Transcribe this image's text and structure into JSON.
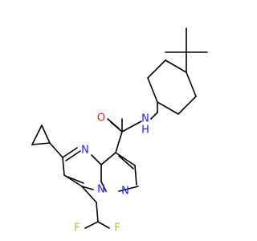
{
  "colors": {
    "background": "#ffffff",
    "bond": "#000000",
    "nitrogen": "#2020ff",
    "oxygen": "#ff0d0d",
    "fluorine": "#9acd32"
  },
  "atoms": {
    "oxygen": "O",
    "amide_nitrogen": "N",
    "amide_hydrogen": "H",
    "ring_nitrogen_upper": "N",
    "ring_nitrogen_bridge": "N",
    "ring_nitrogen_right": "N",
    "fluorine_left": "F",
    "fluorine_right": "F"
  }
}
